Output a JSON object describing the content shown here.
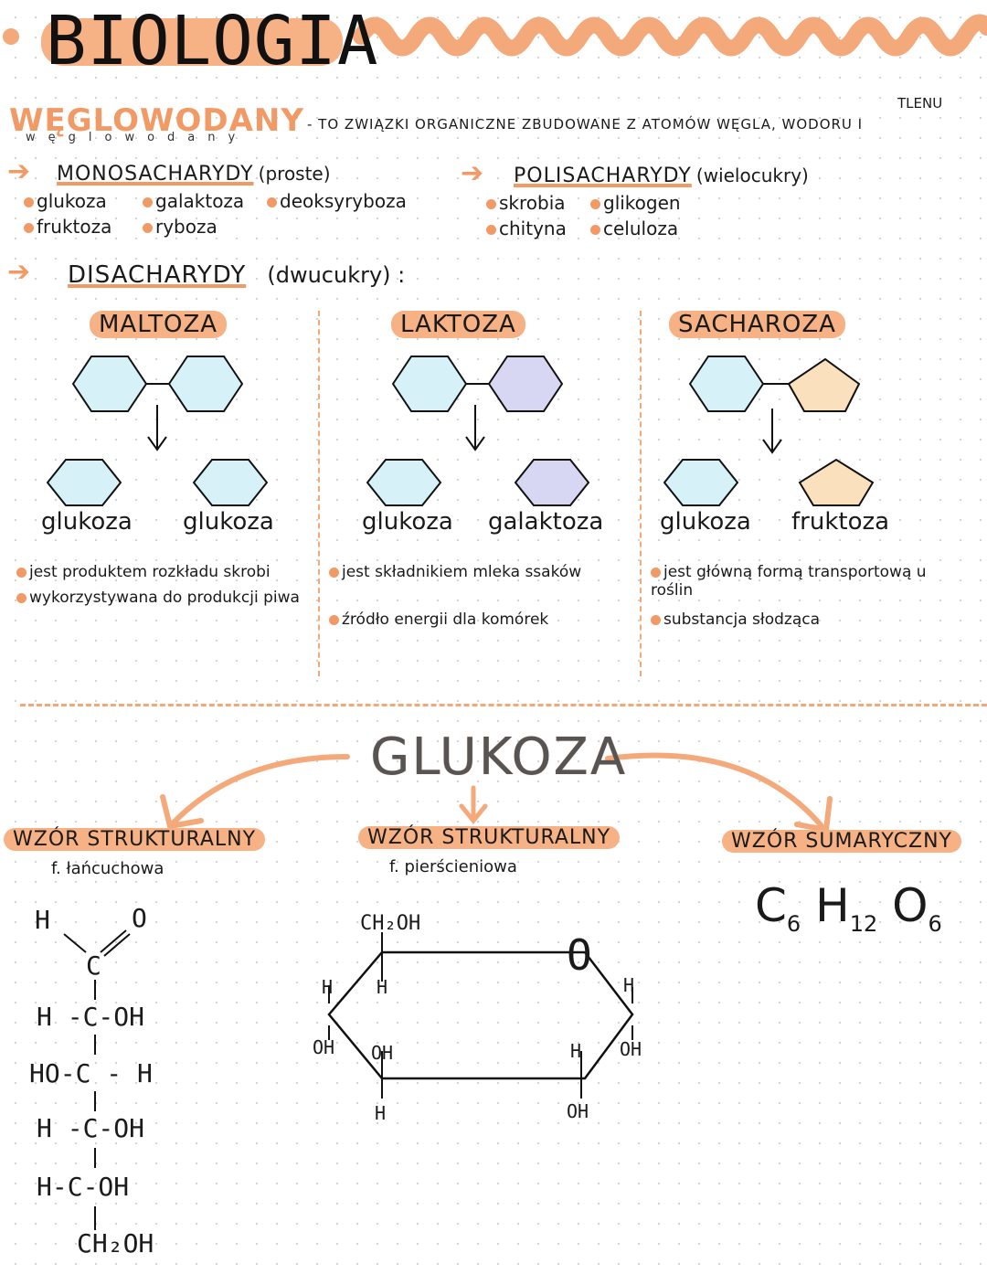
{
  "title": "BIOLOGIA",
  "topic": {
    "name": "WĘGLOWODANY",
    "spelled": "węglowodany",
    "definition": "- TO ZWIĄZKI ORGANICZNE ZBUDOWANE Z ATOMÓW WĘGLA, WODORU I",
    "tlenu": "TLENU"
  },
  "monosaccharides": {
    "title": "MONOSACHARYDY",
    "note": "(proste)",
    "items": [
      "glukoza",
      "galaktoza",
      "deoksyryboza",
      "fruktoza",
      "ryboza"
    ]
  },
  "polysaccharides": {
    "title": "POLISACHARYDY",
    "note": "(wielocukry)",
    "items": [
      "skrobia",
      "glikogen",
      "chityna",
      "celuloza"
    ]
  },
  "disaccharides": {
    "title": "DISACHARYDY",
    "note": "(dwucukry) :",
    "columns": [
      {
        "title": "MALTOZA",
        "left": "glukoza",
        "right": "glukoza",
        "facts": [
          "jest produktem rozkładu skrobi",
          "wykorzystywana do produkcji piwa"
        ]
      },
      {
        "title": "LAKTOZA",
        "left": "glukoza",
        "right": "galaktoza",
        "facts": [
          "jest składnikiem mleka ssaków",
          "źródło energii dla komórek"
        ]
      },
      {
        "title": "SACHAROZA",
        "left": "glukoza",
        "right": "fruktoza",
        "facts": [
          "jest główną formą transportową u roślin",
          "substancja słodząca"
        ]
      }
    ]
  },
  "glukoza": {
    "title": "GLUKOZA",
    "formulas": [
      {
        "head": "WZÓR STRUKTURALNY",
        "sub": "f. łańcuchowa"
      },
      {
        "head": "WZÓR STRUKTURALNY",
        "sub": "f. pierścieniowa"
      },
      {
        "head": "WZÓR SUMARYCZNY",
        "sub": ""
      }
    ],
    "chain": {
      "top_h": "H",
      "top_o": "O",
      "c1": "C",
      "row2": "H -C-OH",
      "row3": "HO-C - H",
      "row4": "H -C-OH",
      "row5": "H-C-OH",
      "bottom": "CH₂OH"
    },
    "ring": {
      "ch2oh": "CH₂OH",
      "o": "O",
      "labels": [
        "H",
        "H",
        "OH",
        "OH",
        "H",
        "H",
        "OH",
        "OH",
        "H"
      ]
    },
    "sum": {
      "c": "C",
      "c_n": "6",
      "h": "H",
      "h_n": "12",
      "o": "O",
      "o_n": "6"
    }
  },
  "colors": {
    "accent": "#f29a66",
    "glucose": "#d6f1f7",
    "galactose": "#d7d6f3",
    "fructose": "#fbe0bd"
  }
}
